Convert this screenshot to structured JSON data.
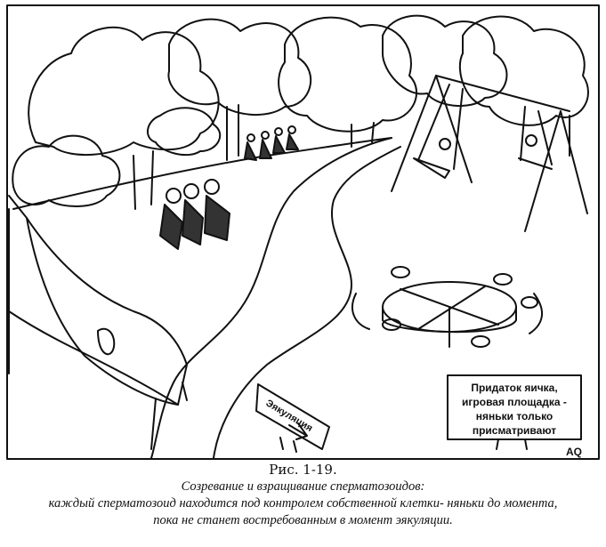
{
  "cartoon": {
    "sign_board": [
      "Придаток яичка,",
      "игровая площадка -",
      "няньки только",
      "присматривают"
    ],
    "road_sign": "Эякуляция",
    "signature": "AQ"
  },
  "caption": {
    "figure_label": "Рис. 1-19.",
    "title": "Созревание и взращивание сперматозоидов:",
    "line_2": "каждый сперматозоид находится под контролем собственной клетки- няньки до момента,",
    "line_3": "пока не станет востребованным в момент эякуляции."
  }
}
